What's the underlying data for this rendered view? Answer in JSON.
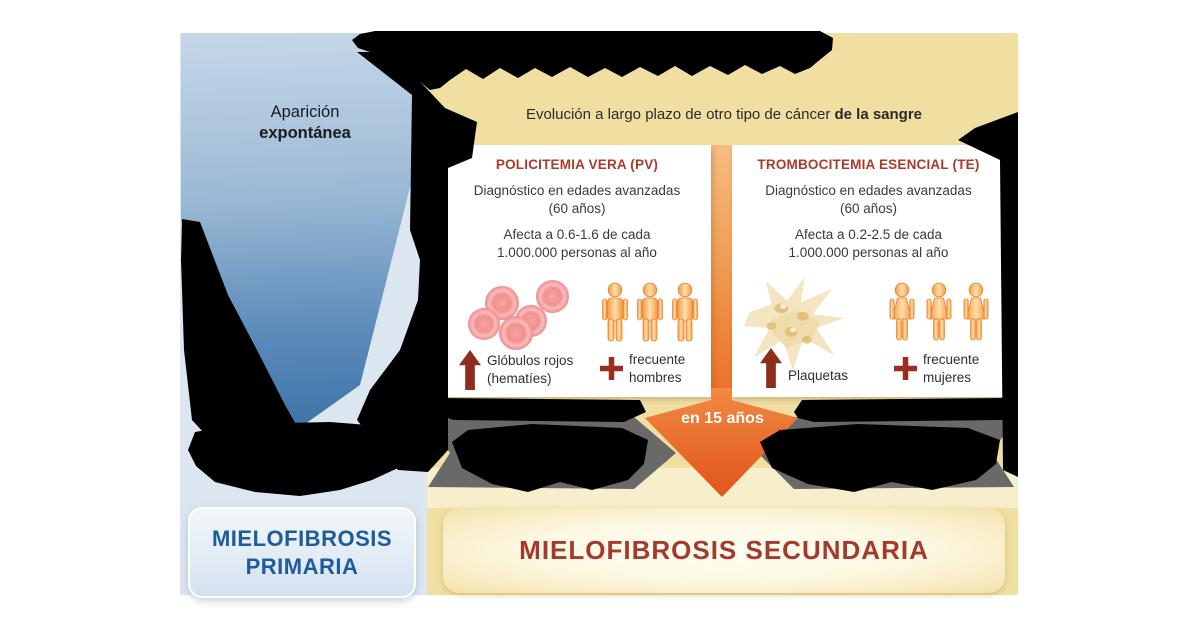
{
  "left_panel": {
    "appearance_line1": "Aparición",
    "appearance_line2": "expontánea",
    "box_line1": "MIELOFIBROSIS",
    "box_line2": "PRIMARIA"
  },
  "right_panel": {
    "evolution_prefix": "Evolución a largo plazo de otro tipo de cáncer ",
    "evolution_bold": "de la sangre",
    "timeline_label": "en 15 años",
    "box_label": "MIELOFIBROSIS SECUNDARIA"
  },
  "cards": {
    "pv": {
      "title": "POLICITEMIA VERA (PV)",
      "diagnosis_line1": "Diagnóstico en edades avanzadas",
      "diagnosis_line2": "(60 años)",
      "incidence_line1": "Afecta a 0.6-1.6 de cada",
      "incidence_line2": "1.000.000 personas al año",
      "increase_label_line1": "Glóbulos rojos",
      "increase_label_line2": "(hematíes)",
      "frequent_line1": "frecuente",
      "frequent_line2": "hombres"
    },
    "te": {
      "title": "TROMBOCITEMIA ESENCIAL (TE)",
      "diagnosis_line1": "Diagnóstico en edades avanzadas",
      "diagnosis_line2": "(60 años)",
      "incidence_line1": "Afecta a 0.2-2.5 de cada",
      "incidence_line2": "1.000.000 personas al año",
      "increase_label": "Plaquetas",
      "frequent_line1": "frecuente",
      "frequent_line2": "mujeres"
    }
  },
  "colors": {
    "card_title_red": "#a93b2c",
    "icon_dark_red": "#8e2d1c",
    "arrow_orange": "#e8601d",
    "panel_tan": "#f1dfa2",
    "panel_cream": "#f7eecb",
    "panel_light_blue": "#dce6f0",
    "funnel_blue": "#3c73a8",
    "primary_label_blue": "#1d5c9c",
    "secondary_label_red": "#a43a2b",
    "ribbon_gray": "#696969",
    "figure_orange": "#f0923a",
    "red_blood_cell": "#ee6a6a"
  }
}
